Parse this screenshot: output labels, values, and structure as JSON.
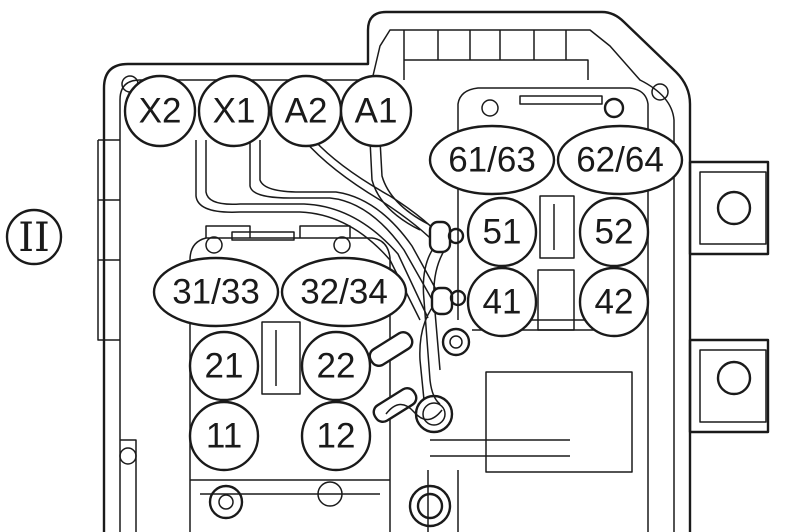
{
  "diagram": {
    "section_label": "II",
    "terminals": {
      "x2": "X2",
      "x1": "X1",
      "a2": "A2",
      "a1": "A1",
      "t61_63": "61/63",
      "t62_64": "62/64",
      "t51": "51",
      "t52": "52",
      "t41": "41",
      "t42": "42",
      "t31_33": "31/33",
      "t32_34": "32/34",
      "t21": "21",
      "t22": "22",
      "t11": "11",
      "t12": "12"
    }
  }
}
